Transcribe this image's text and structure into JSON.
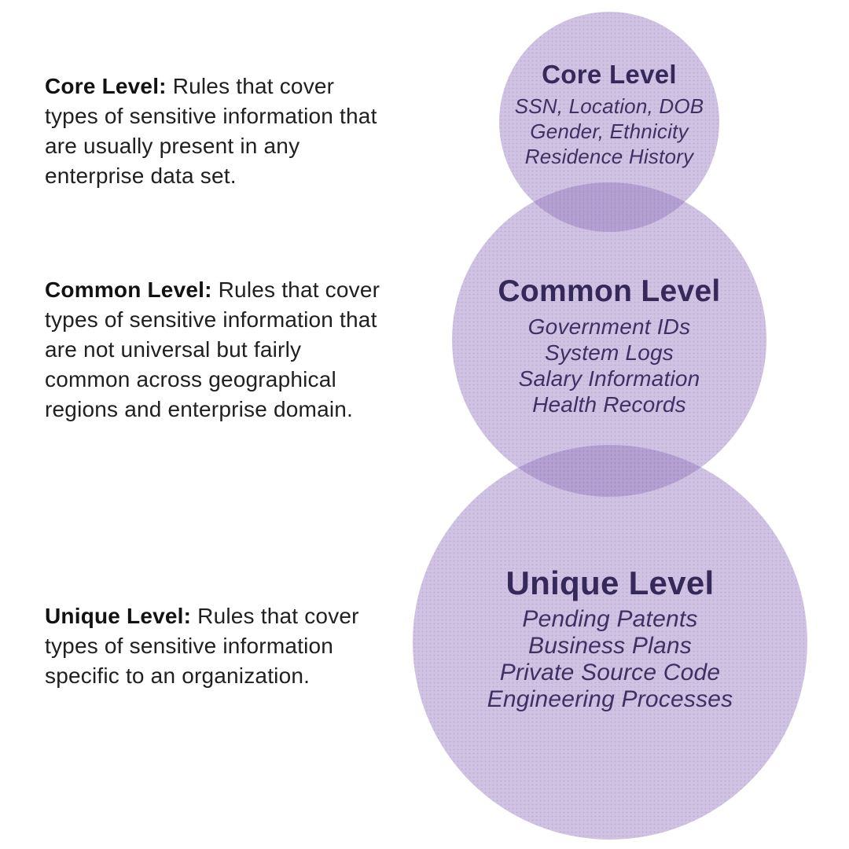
{
  "page": {
    "background": "#ffffff"
  },
  "palette": {
    "circle_fill": "rgba(148,119,191,0.45)",
    "circle_base_hex": "#9477bf",
    "circle_rendered_hex": "#cfc2e2",
    "circle_overlap_hex": "#b7a3d4",
    "title_color": "#35295a",
    "item_color": "#3d3164",
    "body_text_color": "#202020"
  },
  "levels": [
    {
      "id": "core",
      "lead": "Core Level:",
      "description": "Rules that cover types of sensitive information that are usually present in any enterprise data set.",
      "title": "Core Level",
      "items": [
        "SSN, Location, DOB",
        "Gender, Ethnicity",
        "Residence History"
      ]
    },
    {
      "id": "common",
      "lead": "Common Level:",
      "description": "Rules that cover types of sensitive information that are not universal but fairly common across geographical regions and enterprise domain.",
      "title": "Common Level",
      "items": [
        "Government IDs",
        "System Logs",
        "Salary Information",
        "Health Records"
      ]
    },
    {
      "id": "unique",
      "lead": "Unique Level:",
      "description": "Rules that cover types of sensitive information specific to an organization.",
      "title": "Unique Level",
      "items": [
        "Pending Patents",
        "Business Plans",
        "Private Source Code",
        "Engineering Processes"
      ]
    }
  ]
}
